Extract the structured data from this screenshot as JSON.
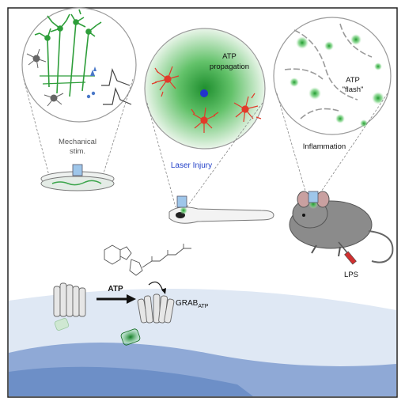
{
  "labels": {
    "mechanical_line1": "Mechanical",
    "mechanical_line2": "stim.",
    "atp_propagation_line1": "ATP",
    "atp_propagation_line2": "propagation",
    "laser_injury": "Laser Injury",
    "atp_flash_line1": "ATP",
    "atp_flash_line2": "\"flash\"",
    "inflammation": "Inflammation",
    "lps": "LPS",
    "atp_arrow": "ATP",
    "grab_main": "GRAB",
    "grab_sub": "ATP"
  },
  "colors": {
    "frame": "#222222",
    "neuron_green": "#2e9e3a",
    "astrocyte_red": "#e23a2a",
    "glow_green": "#39b54a",
    "sensor_green": "#1f8a2e",
    "laser_blue": "#2233cc",
    "membrane": "#c9d9ec",
    "membrane_deep": "#6d8fc7"
  }
}
